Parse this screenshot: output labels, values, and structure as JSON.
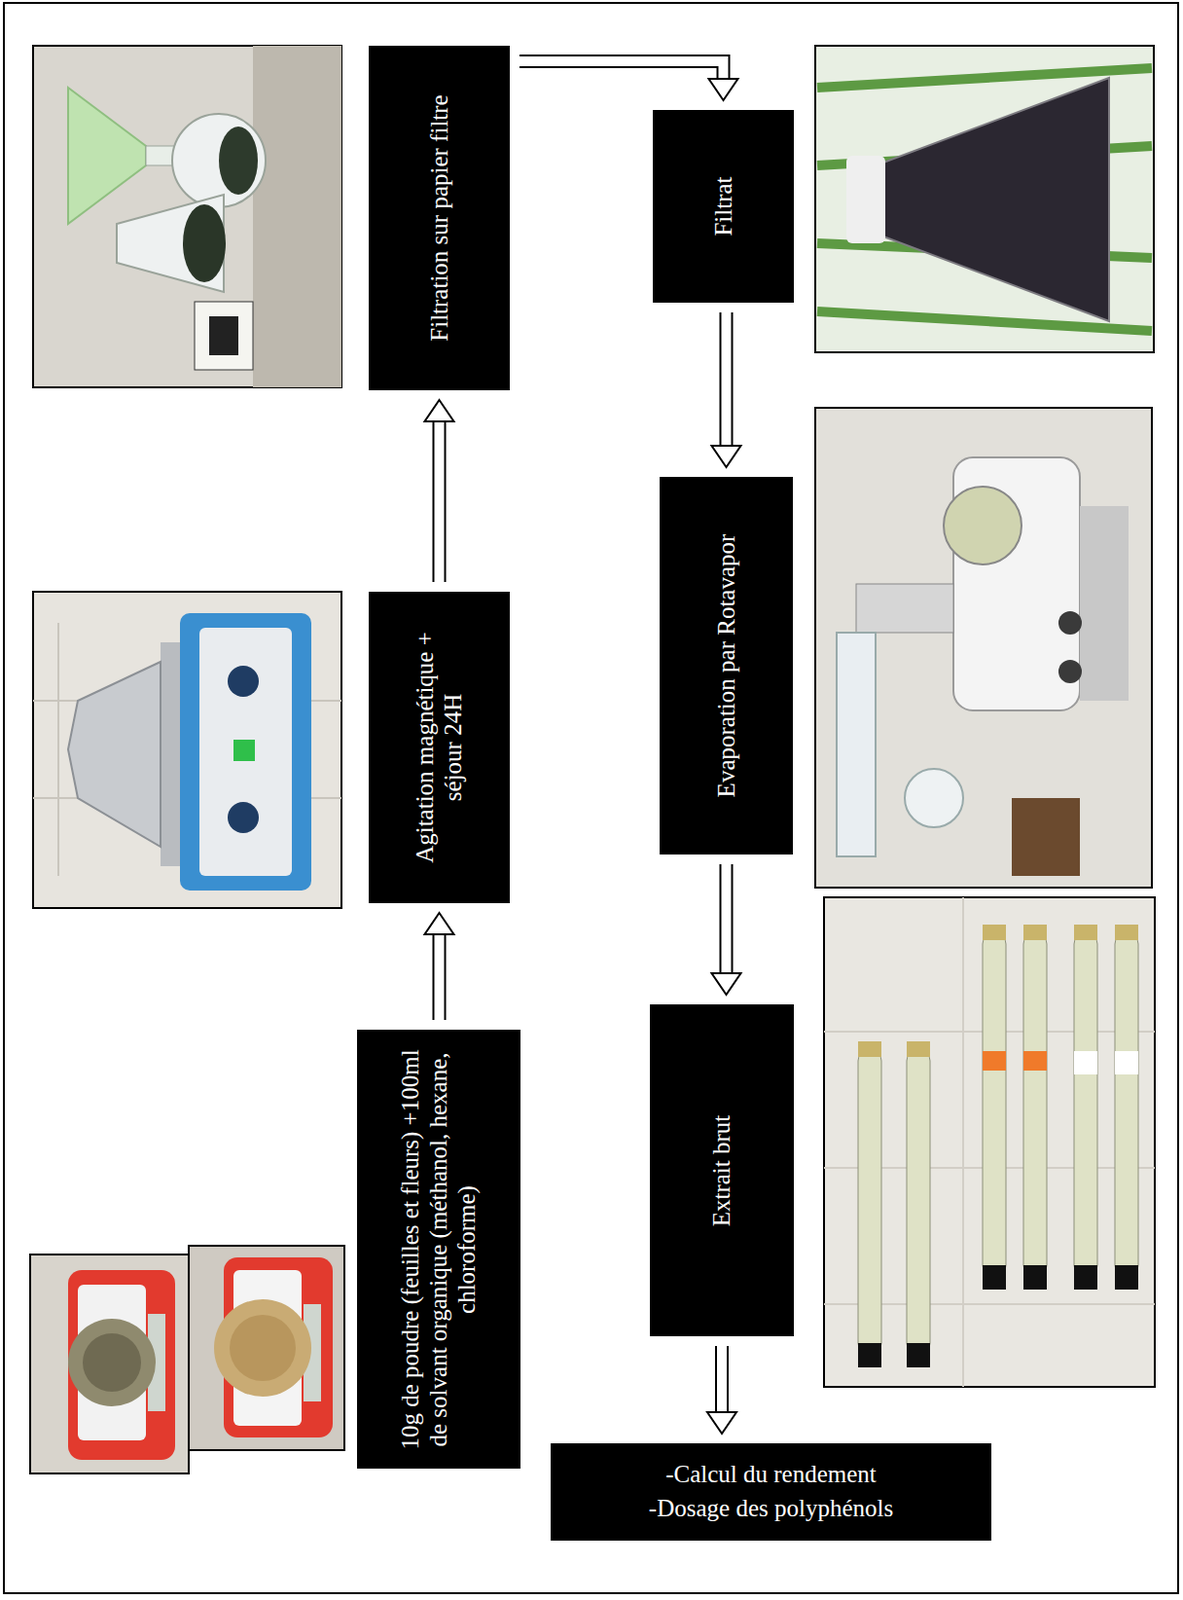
{
  "diagram": {
    "nodes": [
      {
        "text": [
          "10g de poudre (feuilles et fleurs) +100ml de solvant organique (méthanol, hexane, chloroforme)"
        ]
      },
      {
        "text": [
          "Agitation magnétique + séjour 24H"
        ]
      },
      {
        "text": [
          "Filtration sur papier filtre"
        ]
      },
      {
        "text": [
          "Filtrat"
        ]
      },
      {
        "text": [
          "Evaporation par Rotavapor"
        ]
      },
      {
        "text": [
          "Extrait brut"
        ]
      },
      {
        "text": [
          "-Calcul du rendement",
          "-Dosage des polyphénols"
        ]
      }
    ],
    "edges": [
      {
        "from": 0,
        "to": 1,
        "arrow": "to"
      },
      {
        "from": 1,
        "to": 2,
        "arrow": "to"
      },
      {
        "from": 2,
        "to": 3,
        "arrow": "to"
      },
      {
        "from": 3,
        "to": 4,
        "arrow": "to"
      },
      {
        "from": 4,
        "to": 5,
        "arrow": "to"
      },
      {
        "from": 5,
        "to": 6,
        "arrow": "to"
      }
    ]
  }
}
